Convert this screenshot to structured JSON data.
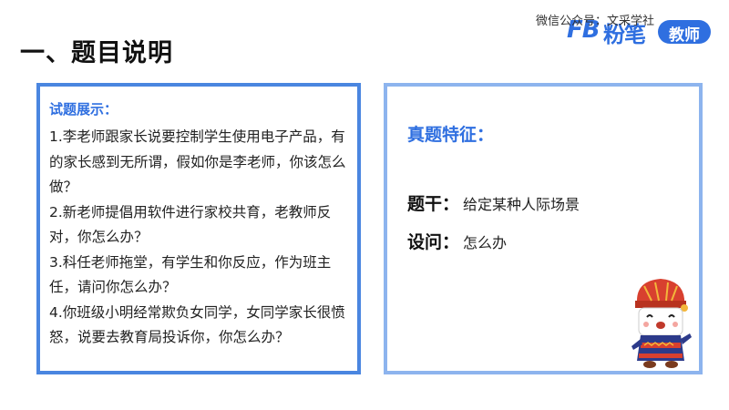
{
  "header": {
    "watermark": "微信公众号：文采学社",
    "brand_mark": "FB",
    "brand_name": "粉笔",
    "brand_tag": "教师"
  },
  "title": "一、题目说明",
  "questions_panel": {
    "heading": "试题展示：",
    "items": [
      "1.李老师跟家长说要控制学生使用电子产品，有的家长感到无所谓，假如你是李老师，你该怎么做？",
      "2.新老师提倡用软件进行家校共育，老教师反对，你怎么办？",
      "3.科任老师拖堂，有学生和你反应，作为班主任，请问你怎么办？",
      "4.你班级小明经常欺负女同学，女同学家长很愤怒，说要去教育局投诉你，你怎么办？"
    ]
  },
  "features_panel": {
    "heading": "真题特征：",
    "rows": [
      {
        "label": "题干：",
        "value": "给定某种人际场景"
      },
      {
        "label": "设问：",
        "value": "怎么办"
      }
    ]
  },
  "colors": {
    "accent": "#2f6fe0",
    "left_border": "#4a86e0",
    "right_border": "#8db4ee"
  },
  "icons": {
    "mascot": "chalk-mascot-icon"
  }
}
